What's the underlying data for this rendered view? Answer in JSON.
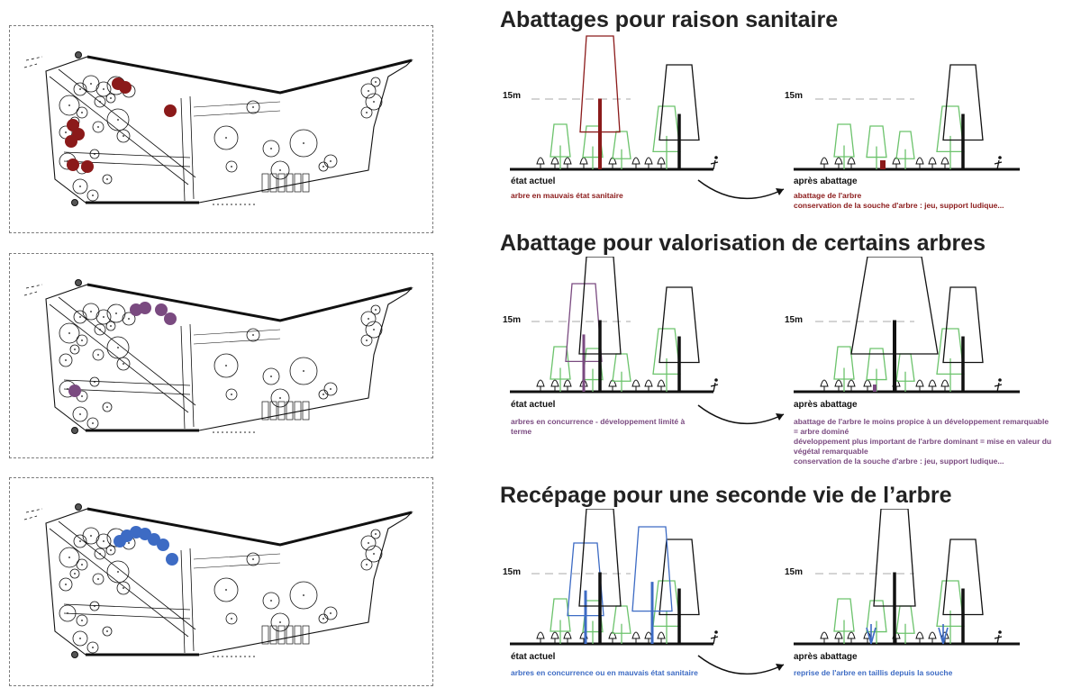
{
  "colors": {
    "sanitary": "#8b1a1a",
    "valorisation": "#7a4a80",
    "recepage": "#3d6bc4",
    "green": "#6cc36c",
    "outline": "#111111"
  },
  "sections": [
    {
      "title": "Abattages pour raison sanitaire",
      "height_label_left": "15m",
      "height_label_right": "15m",
      "state_before": "état actuel",
      "state_after": "après abattage",
      "note_before": [
        "arbre en mauvais état sanitaire"
      ],
      "note_after": [
        "abattage de l'arbre",
        "conservation de la souche d'arbre : jeu, support ludique..."
      ]
    },
    {
      "title": "Abattage pour valorisation de certains arbres",
      "height_label_left": "15m",
      "height_label_right": "15m",
      "state_before": "état actuel",
      "state_after": "après abattage",
      "note_before": [
        "arbres en concurrence - développement limité à",
        "terme"
      ],
      "note_after": [
        "abattage de l'arbre le moins propice à un développement remarquable",
        "= arbre dominé",
        "développement plus important de l'arbre dominant = mise en valeur du",
        "végétal remarquable",
        "conservation de la souche d'arbre : jeu, support ludique..."
      ]
    },
    {
      "title": "Recépage pour une seconde vie de l’arbre",
      "height_label_left": "15m",
      "height_label_right": "15m",
      "state_before": "état actuel",
      "state_after": "après abattage",
      "note_before": [
        "arbres en concurrence ou en mauvais état sanitaire"
      ],
      "note_after": [
        "reprise de l'arbre en taillis depuis la souche"
      ]
    }
  ]
}
